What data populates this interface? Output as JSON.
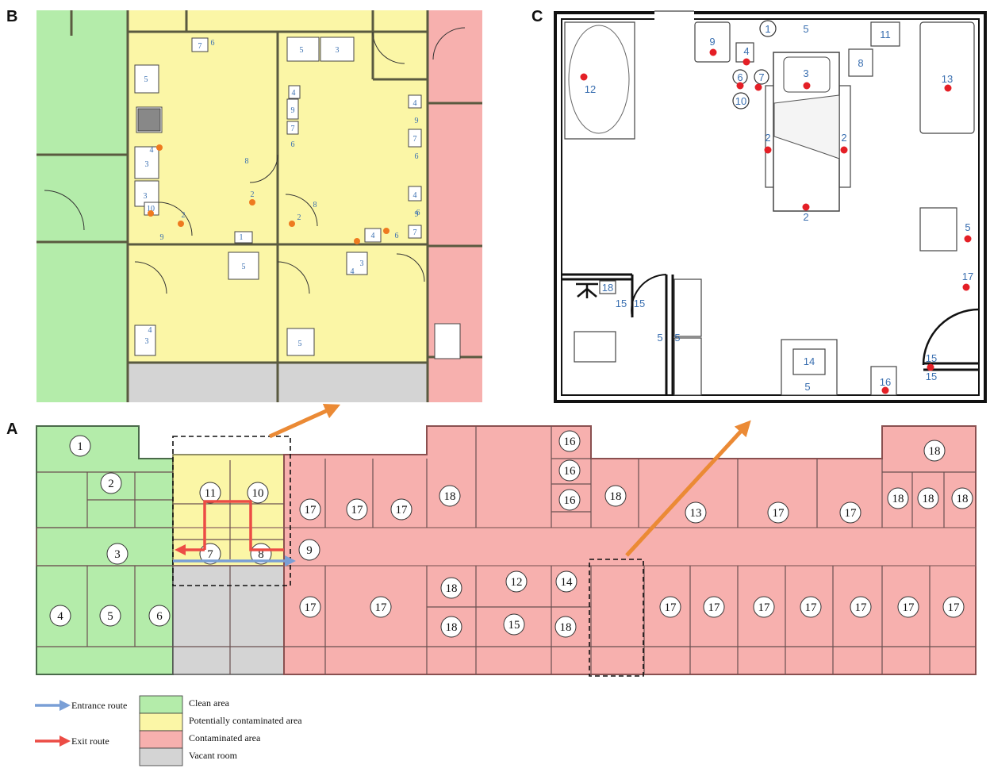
{
  "panels": {
    "a": "A",
    "b": "B",
    "c": "C"
  },
  "colors": {
    "clean": "#b4ecaa",
    "potential": "#fbf6a6",
    "contaminated": "#f7b0ae",
    "vacant": "#d4d4d4",
    "entrance_arrow": "#7a9fd6",
    "exit_arrow": "#ec4c45",
    "orange_arrow": "#eb8a35",
    "red_dot": "#e41f26",
    "orange_dot": "#ee7a1f",
    "room_text": "#3a6fb0"
  },
  "floorplan_rooms": {
    "r1": "1",
    "r2": "2",
    "r3": "3",
    "r4": "4",
    "r5": "5",
    "r6": "6",
    "r7": "7",
    "r8": "8",
    "r9": "9",
    "r10": "10",
    "r11": "11",
    "r12": "12",
    "r13": "13",
    "r14": "14",
    "r15": "15",
    "r16": "16",
    "r17": "17",
    "r18": "18"
  },
  "panel_b_labels": {
    "n1": "1",
    "n2": "2",
    "n3": "3",
    "n4": "4",
    "n5": "5",
    "n6": "6",
    "n7": "7",
    "n8": "8",
    "n9": "9",
    "n10": "10"
  },
  "panel_c_labels": {
    "n1": "1",
    "n2": "2",
    "n3": "3",
    "n4": "4",
    "n5": "5",
    "n6": "6",
    "n7": "7",
    "n8": "8",
    "n9": "9",
    "n10": "10",
    "n11": "11",
    "n12": "12",
    "n13": "13",
    "n14": "14",
    "n15": "15",
    "n16": "16",
    "n17": "17",
    "n18": "18"
  },
  "legend": {
    "entrance_route": "Entrance route",
    "exit_route": "Exit route",
    "clean_area": "Clean area",
    "potential_area": "Potentially contaminated area",
    "contaminated_area": "Contaminated area",
    "vacant_room": "Vacant room"
  }
}
